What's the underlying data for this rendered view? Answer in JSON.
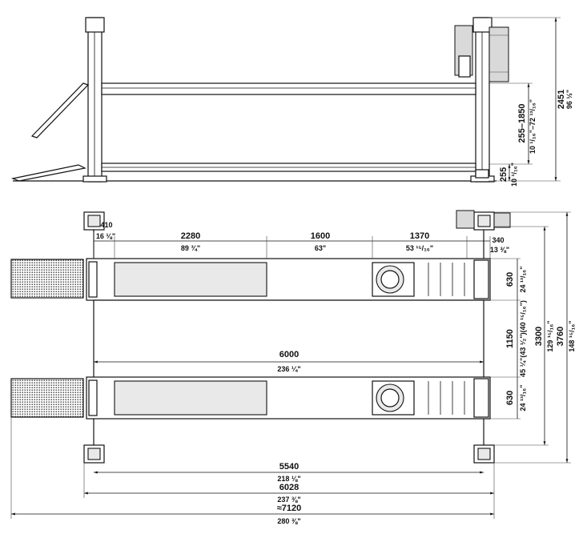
{
  "side_view": {
    "total_height_mm": "2451",
    "total_height_in": "96 ½\"",
    "lift_range_mm": "255–1850",
    "lift_range_in": "10 ¹/₁₆\"–72 ¹³/₁₆\"",
    "min_height_mm": "255",
    "min_height_in": "10 ¹/₁₆\""
  },
  "top_view": {
    "dim_410_mm": "410",
    "dim_410_in": "16 ⅛\"",
    "dim_2280_mm": "2280",
    "dim_2280_in": "89 ¾\"",
    "dim_1600_mm": "1600",
    "dim_1600_in": "63\"",
    "dim_1370_mm": "1370",
    "dim_1370_in": "53 ¹⁵/₁₆\"",
    "dim_340_mm": "340",
    "dim_340_in": "13 ⅜\"",
    "dim_630a_mm": "630",
    "dim_630a_in": "24 ¹³/₁₆\"",
    "dim_1150_mm": "1150",
    "dim_1150_in": "45 ¼\"(43 ¹⁄₂\")(40 ¹⁵/₁₆\")",
    "dim_630b_mm": "630",
    "dim_630b_in": "24 ¹³/₁₆\"",
    "dim_3300_mm": "3300",
    "dim_3300_in": "129 ¹⁵/₁₆\"",
    "dim_3760_mm": "3760",
    "dim_3760_in": "148 ¹⁵/₁₆\"",
    "dim_6000_mm": "6000",
    "dim_6000_in": "236 ¼\"",
    "dim_5540_mm": "5540",
    "dim_5540_in": "218 ⅛\"",
    "dim_6028_mm": "6028",
    "dim_6028_in": "237 ⅜\"",
    "dim_7120_mm": "≈7120",
    "dim_7120_in": "280 ⅜\""
  }
}
